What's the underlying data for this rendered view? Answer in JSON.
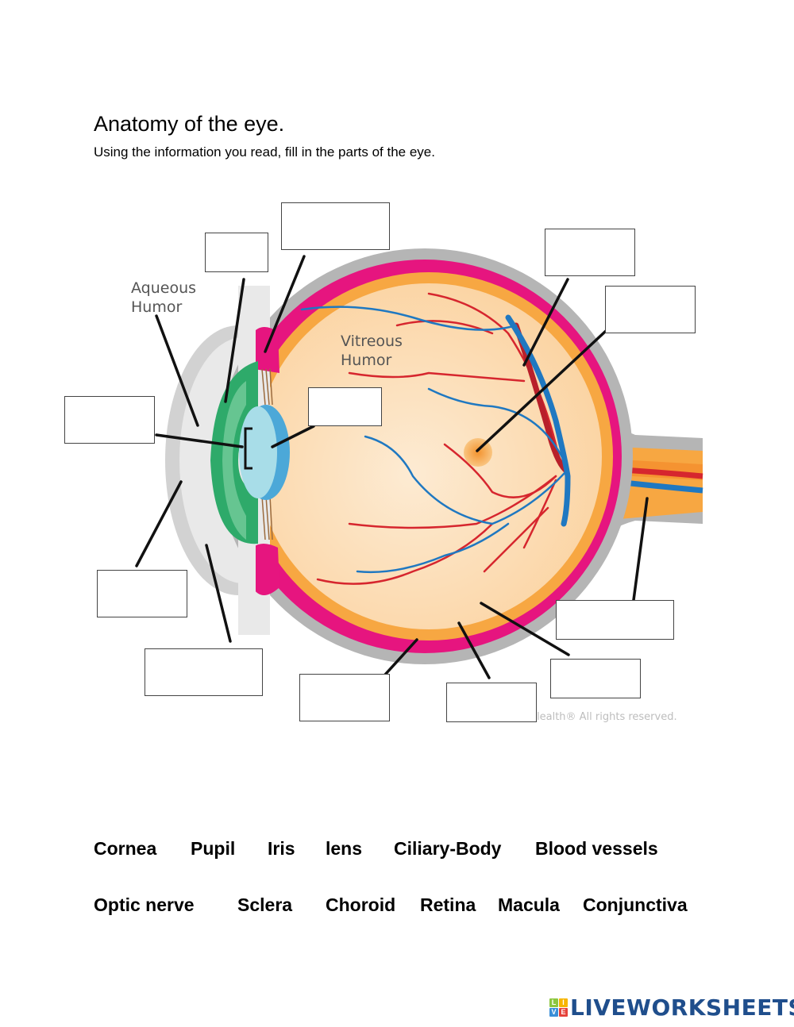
{
  "header": {
    "title": "Anatomy of the eye.",
    "instructions": "Using the information you read, fill in the parts of the eye."
  },
  "diagram": {
    "printed_labels": {
      "aqueous_line1": "Aqueous",
      "aqueous_line2": "Humor",
      "vitreous_line1": "Vitreous",
      "vitreous_line2": "Humor"
    },
    "copyright": "lealth® All rights reserved.",
    "blanks": [
      {
        "id": "blank-iris",
        "value": "",
        "placeholder": ""
      },
      {
        "id": "blank-ciliary-body",
        "value": "",
        "placeholder": ""
      },
      {
        "id": "blank-blood-vessels",
        "value": "",
        "placeholder": ""
      },
      {
        "id": "blank-macula",
        "value": "",
        "placeholder": ""
      },
      {
        "id": "blank-pupil",
        "value": "",
        "placeholder": ""
      },
      {
        "id": "blank-lens",
        "value": "",
        "placeholder": ""
      },
      {
        "id": "blank-cornea",
        "value": "",
        "placeholder": ""
      },
      {
        "id": "blank-conjunctiva",
        "value": "",
        "placeholder": ""
      },
      {
        "id": "blank-choroid",
        "value": "",
        "placeholder": ""
      },
      {
        "id": "blank-sclera",
        "value": "",
        "placeholder": ""
      },
      {
        "id": "blank-retina",
        "value": "",
        "placeholder": ""
      },
      {
        "id": "blank-optic-nerve",
        "value": "",
        "placeholder": ""
      }
    ],
    "colors": {
      "sclera": "#b5b5b5",
      "choroid": "#e6157f",
      "retina": "#f7a742",
      "vitreous": "#fcd9ad",
      "iris": "#2eaa6a",
      "lens": "#a8dde8",
      "artery": "#d6262e",
      "vein": "#1f78c1"
    }
  },
  "word_bank": {
    "row1": [
      "Cornea",
      "Pupil",
      "Iris",
      "lens",
      "Ciliary-Body",
      "Blood vessels"
    ],
    "row2": [
      "Optic nerve",
      "Sclera",
      "Choroid",
      "Retina",
      "Macula",
      "Conjunctiva"
    ]
  },
  "footer": {
    "logo_text": "LIVEWORKSHEETS",
    "logo_letters": [
      "L",
      "I",
      "V",
      "E"
    ]
  }
}
